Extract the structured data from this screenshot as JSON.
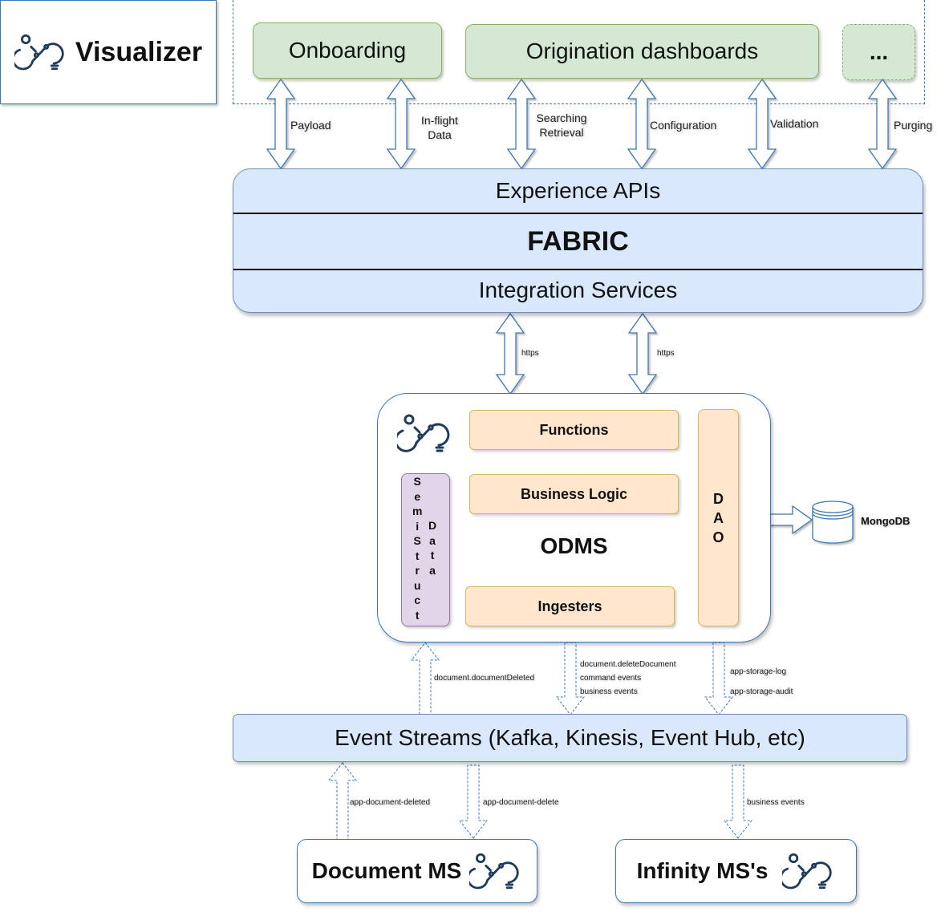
{
  "brand": {
    "title": "Visualizer",
    "logo_icon": "infinity-person-bulb-icon"
  },
  "consumers": [
    {
      "label": "Onboarding"
    },
    {
      "label": "Origination dashboards"
    },
    {
      "label": "..."
    }
  ],
  "consumer_links": [
    {
      "label_lines": [
        "Payload"
      ]
    },
    {
      "label_lines": [
        "In-flight",
        "Data"
      ]
    },
    {
      "label_lines": [
        "Searching",
        "Retrieval"
      ]
    },
    {
      "label_lines": [
        "Configuration"
      ]
    },
    {
      "label_lines": [
        "Validation"
      ]
    },
    {
      "label_lines": [
        "Purging"
      ]
    }
  ],
  "fabric": {
    "top_label": "Experience APIs",
    "title": "FABRIC",
    "bottom_label": "Integration Services"
  },
  "fabric_links": [
    {
      "label": "https"
    },
    {
      "label": "https"
    }
  ],
  "odms": {
    "title": "ODMS",
    "logo_icon": "infinity-person-bulb-icon",
    "modules": [
      "Functions",
      "Business Logic",
      "Ingesters"
    ],
    "dao_letters": [
      "D",
      "A",
      "O"
    ],
    "semistruct_letters": [
      "S",
      "e",
      "m",
      "i",
      "S",
      "t",
      "r",
      "u",
      "c",
      "t"
    ],
    "data_letters": [
      "D",
      "a",
      "t",
      "a"
    ]
  },
  "database": {
    "label": "MongoDB",
    "icon": "database-cylinder-icon"
  },
  "odms_event_links": {
    "up": {
      "lines": [
        "document.documentDeleted"
      ]
    },
    "down_center": {
      "lines": [
        "document.deleteDocument",
        "command events",
        "business events"
      ]
    },
    "down_right": {
      "lines": [
        "app-storage-log",
        "app-storage-audit"
      ]
    }
  },
  "event_streams": {
    "label": "Event Streams (Kafka, Kinesis, Event Hub, etc)"
  },
  "ms_links": [
    {
      "label": "app-document-deleted"
    },
    {
      "label": "app-document-delete"
    },
    {
      "label": "business events"
    }
  ],
  "microservices": [
    {
      "label": "Document MS",
      "icon": "infinity-person-bulb-icon"
    },
    {
      "label": "Infinity MS's",
      "icon": "infinity-person-bulb-icon"
    }
  ],
  "colors": {
    "outline_blue": "#3a78b5",
    "consumer_fill": "#d5e8d4",
    "fabric_fill": "#dae8fc",
    "module_fill": "#ffe6cc",
    "semistruct_fill": "#e1d5e7",
    "logo_navy": "#1f3b5c"
  }
}
